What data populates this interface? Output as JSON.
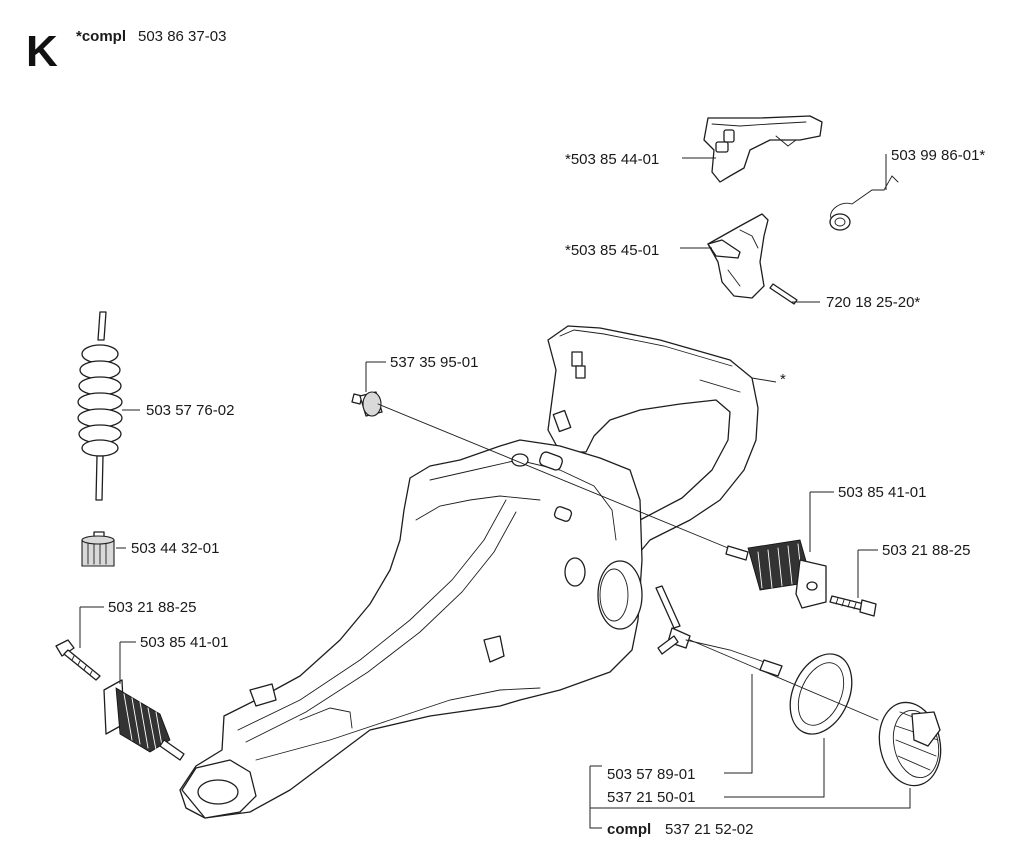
{
  "header": {
    "section_letter": "K",
    "kit_prefix": "*compl",
    "kit_number": "503 86 37-03"
  },
  "parts": {
    "lever_top": "*503 85 44-01",
    "spring_small": "503 99 86-01*",
    "trigger": "*503 85 45-01",
    "pin": "720 18 25-20*",
    "asterisk_handle": "*",
    "damper_top": "537 35 95-01",
    "coil_spring": "503 57 76-02",
    "filter": "503 44 32-01",
    "screw_left": "503 21 88-25",
    "damper_left": "503 85 41-01",
    "damper_right": "503 85 41-01",
    "screw_right": "503 21 88-25",
    "hose": "503 57 89-01",
    "gasket": "537 21 50-01",
    "cap_prefix": "compl",
    "cap": "537 21 52-02"
  }
}
